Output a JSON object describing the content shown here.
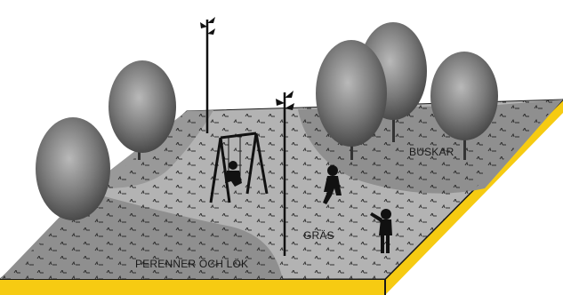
{
  "labels": {
    "buskar": "BUSKAR",
    "gras": "GRÄS",
    "perenner": "PERENNER OCH LÖK"
  },
  "colors": {
    "ground_light": "#b3b3b3",
    "ground_dark": "#8f8f8f",
    "edge_yellow": "#f6cb12",
    "edge_dark": "#1a1a1a",
    "tree_foliage": "#6e6e6e",
    "silhouette": "#111111"
  },
  "icons": {
    "trees": "deciduous-tree-icon",
    "lamps": "street-lamp-icon",
    "swing": "swing-set-icon",
    "children": "child-silhouette-icon"
  }
}
